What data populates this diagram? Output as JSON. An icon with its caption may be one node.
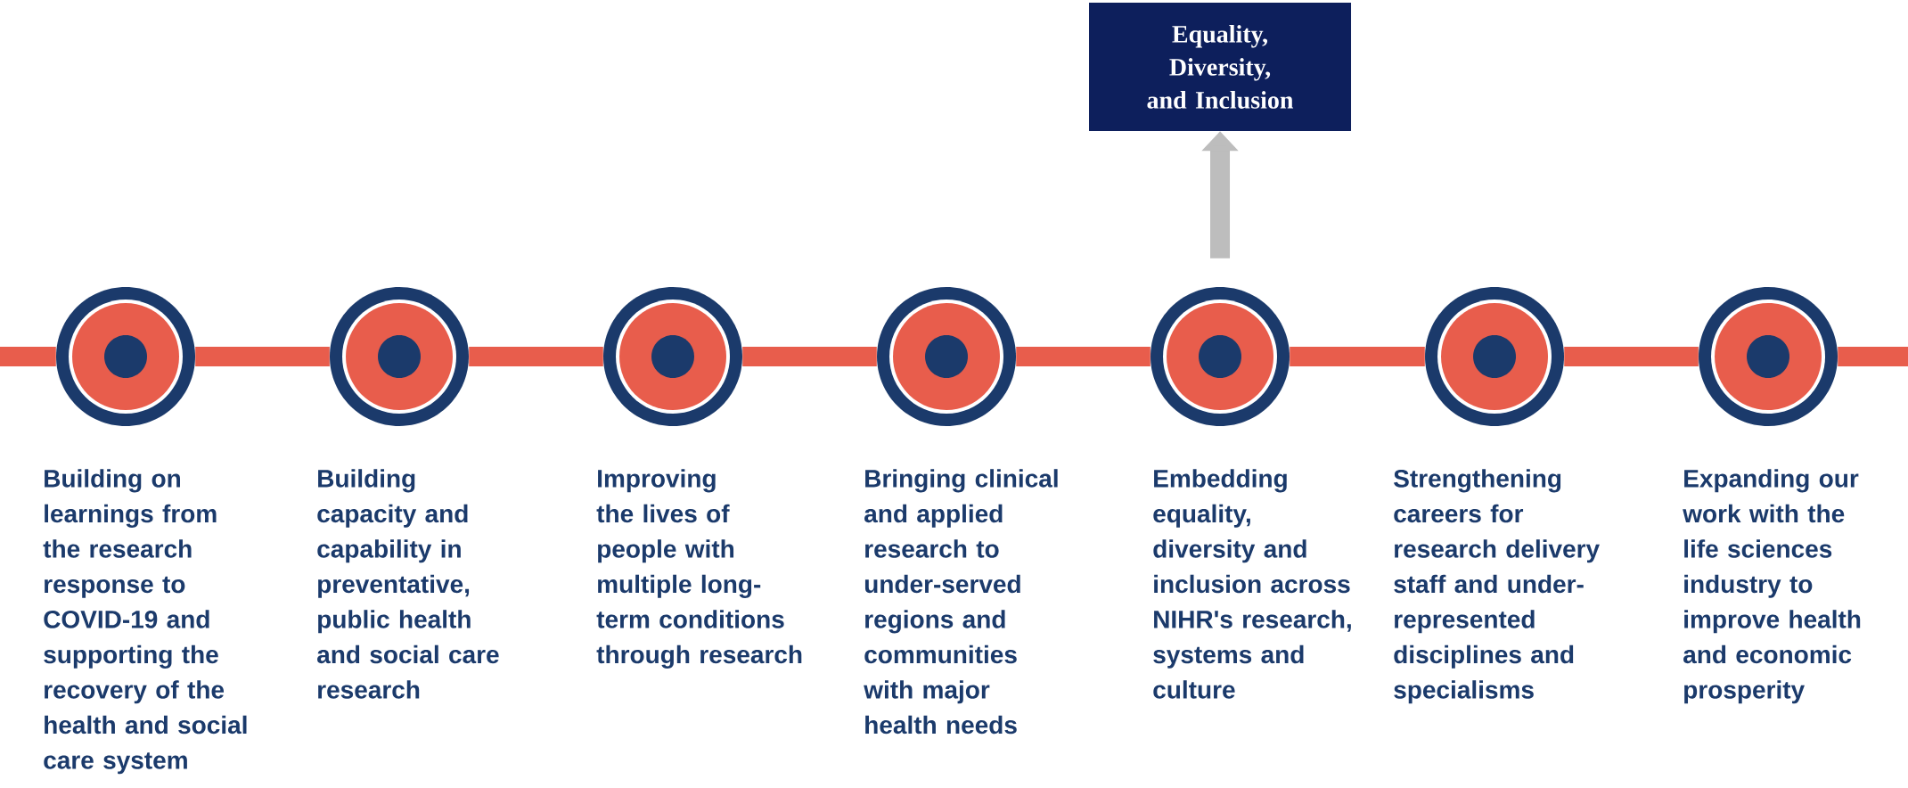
{
  "diagram": {
    "nodes": [
      {
        "text": [
          "Equality, Diversity, and Inclusion"
        ]
      },
      {
        "text": [],
        "shape": "circle",
        "beside": [
          "Building on learnings from the research response to COVID-19 and supporting the recovery of the health and social care system"
        ]
      },
      {
        "text": [],
        "shape": "circle",
        "beside": [
          "Building capacity and capability in preventative, public health and social care research"
        ]
      },
      {
        "text": [],
        "shape": "circle",
        "beside": [
          "Improving the lives of people with multiple long-term conditions through research"
        ]
      },
      {
        "text": [],
        "shape": "circle",
        "beside": [
          "Bringing clinical and applied research to under-served regions and communities with major health needs"
        ]
      },
      {
        "text": [],
        "shape": "circle",
        "beside": [
          "Embedding equality, diversity and inclusion across NIHR's research, systems and culture"
        ]
      },
      {
        "text": [],
        "shape": "circle",
        "beside": [
          "Strengthening careers for research delivery staff and under-represented disciplines and specialisms"
        ]
      },
      {
        "text": [],
        "shape": "circle",
        "beside": [
          "Expanding our work with the life sciences industry to improve health and economic prosperity"
        ]
      }
    ],
    "edges": [
      {
        "from": null,
        "to": 1,
        "arrow": "none",
        "color": "#e85d4c"
      },
      {
        "from": 1,
        "to": 2,
        "arrow": "none",
        "color": "#e85d4c"
      },
      {
        "from": 2,
        "to": 3,
        "arrow": "none",
        "color": "#e85d4c"
      },
      {
        "from": 3,
        "to": 4,
        "arrow": "none",
        "color": "#e85d4c"
      },
      {
        "from": 4,
        "to": 5,
        "arrow": "none",
        "color": "#e85d4c"
      },
      {
        "from": 5,
        "to": 6,
        "arrow": "none",
        "color": "#e85d4c"
      },
      {
        "from": 6,
        "to": 7,
        "arrow": "none",
        "color": "#e85d4c"
      },
      {
        "from": 7,
        "to": null,
        "arrow": "none",
        "color": "#e85d4c"
      },
      {
        "from": 5,
        "to": 0,
        "arrow": "to",
        "color": "#bdbdbd"
      }
    ]
  }
}
